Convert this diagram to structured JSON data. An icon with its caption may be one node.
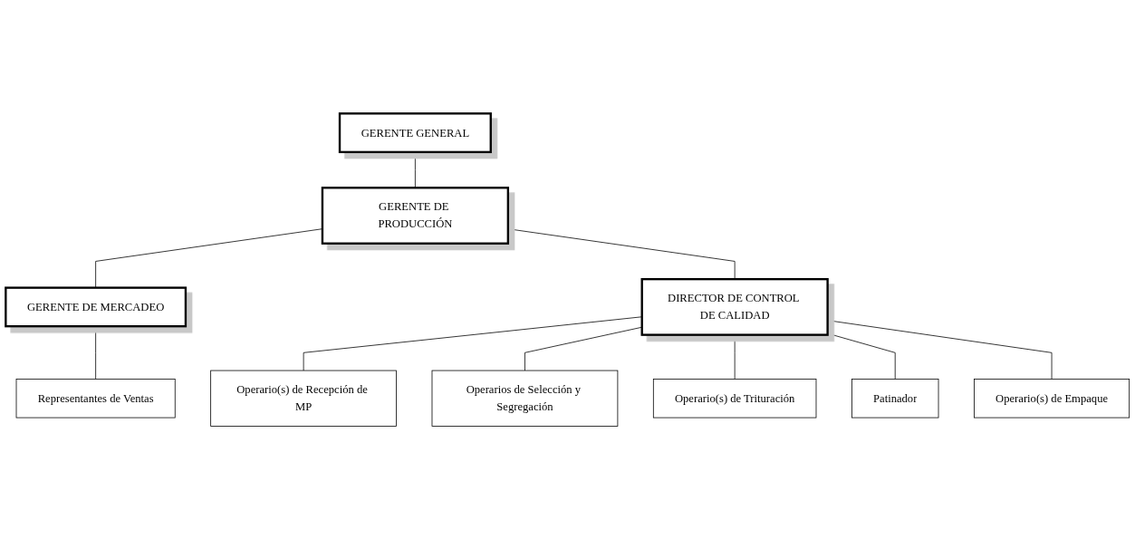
{
  "diagram": {
    "nodes": [
      {
        "text": [
          "GERENTE GENERAL"
        ]
      },
      {
        "text": [
          "GERENTE DE PRODUCCIÓN"
        ]
      },
      {
        "text": [
          "GERENTE DE MERCADEO"
        ]
      },
      {
        "text": [
          "DIRECTOR DE CONTROL DE CALIDAD"
        ]
      },
      {
        "text": [
          "Operario(s) de Recepción de MP"
        ]
      },
      {
        "text": [
          "Operarios de Selección y Segregación"
        ]
      },
      {
        "text": [
          "Operario(s) de Trituración"
        ]
      },
      {
        "text": [
          "Patinador"
        ]
      },
      {
        "text": [
          "Operario(s) de Empaque"
        ]
      },
      {
        "text": [
          "Representantes de Ventas"
        ]
      }
    ],
    "edges": [
      {
        "from": 0,
        "to": 1,
        "arrow": "none"
      },
      {
        "from": 1,
        "to": 2,
        "arrow": "none"
      },
      {
        "from": 1,
        "to": 3,
        "arrow": "none"
      },
      {
        "from": 3,
        "to": 4,
        "arrow": "none"
      },
      {
        "from": 3,
        "to": 5,
        "arrow": "none"
      },
      {
        "from": 3,
        "to": 6,
        "arrow": "none"
      },
      {
        "from": 3,
        "to": 7,
        "arrow": "none"
      },
      {
        "from": 3,
        "to": 8,
        "arrow": "none"
      },
      {
        "from": 2,
        "to": 9,
        "arrow": "none"
      }
    ]
  }
}
